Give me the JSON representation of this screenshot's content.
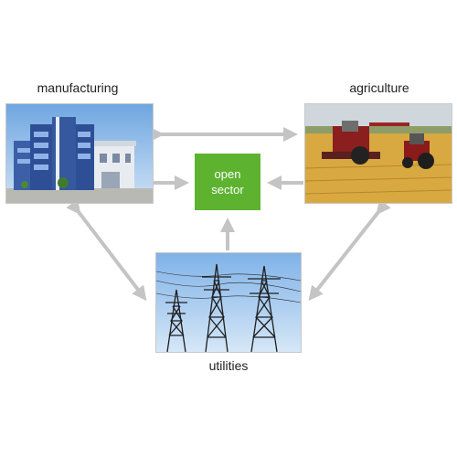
{
  "nodes": {
    "manufacturing": {
      "label": "manufacturing"
    },
    "agriculture": {
      "label": "agriculture"
    },
    "utilities": {
      "label": "utilities"
    },
    "center": {
      "line1": "open",
      "line2": "sector",
      "color": "#5db330"
    }
  },
  "arrow_color": "#c4c4c4",
  "connections": [
    {
      "from": "manufacturing",
      "to": "agriculture",
      "direction": "both"
    },
    {
      "from": "manufacturing",
      "to": "center",
      "direction": "to"
    },
    {
      "from": "agriculture",
      "to": "center",
      "direction": "to"
    },
    {
      "from": "utilities",
      "to": "center",
      "direction": "to"
    },
    {
      "from": "manufacturing",
      "to": "utilities",
      "direction": "both"
    },
    {
      "from": "agriculture",
      "to": "utilities",
      "direction": "both"
    }
  ]
}
